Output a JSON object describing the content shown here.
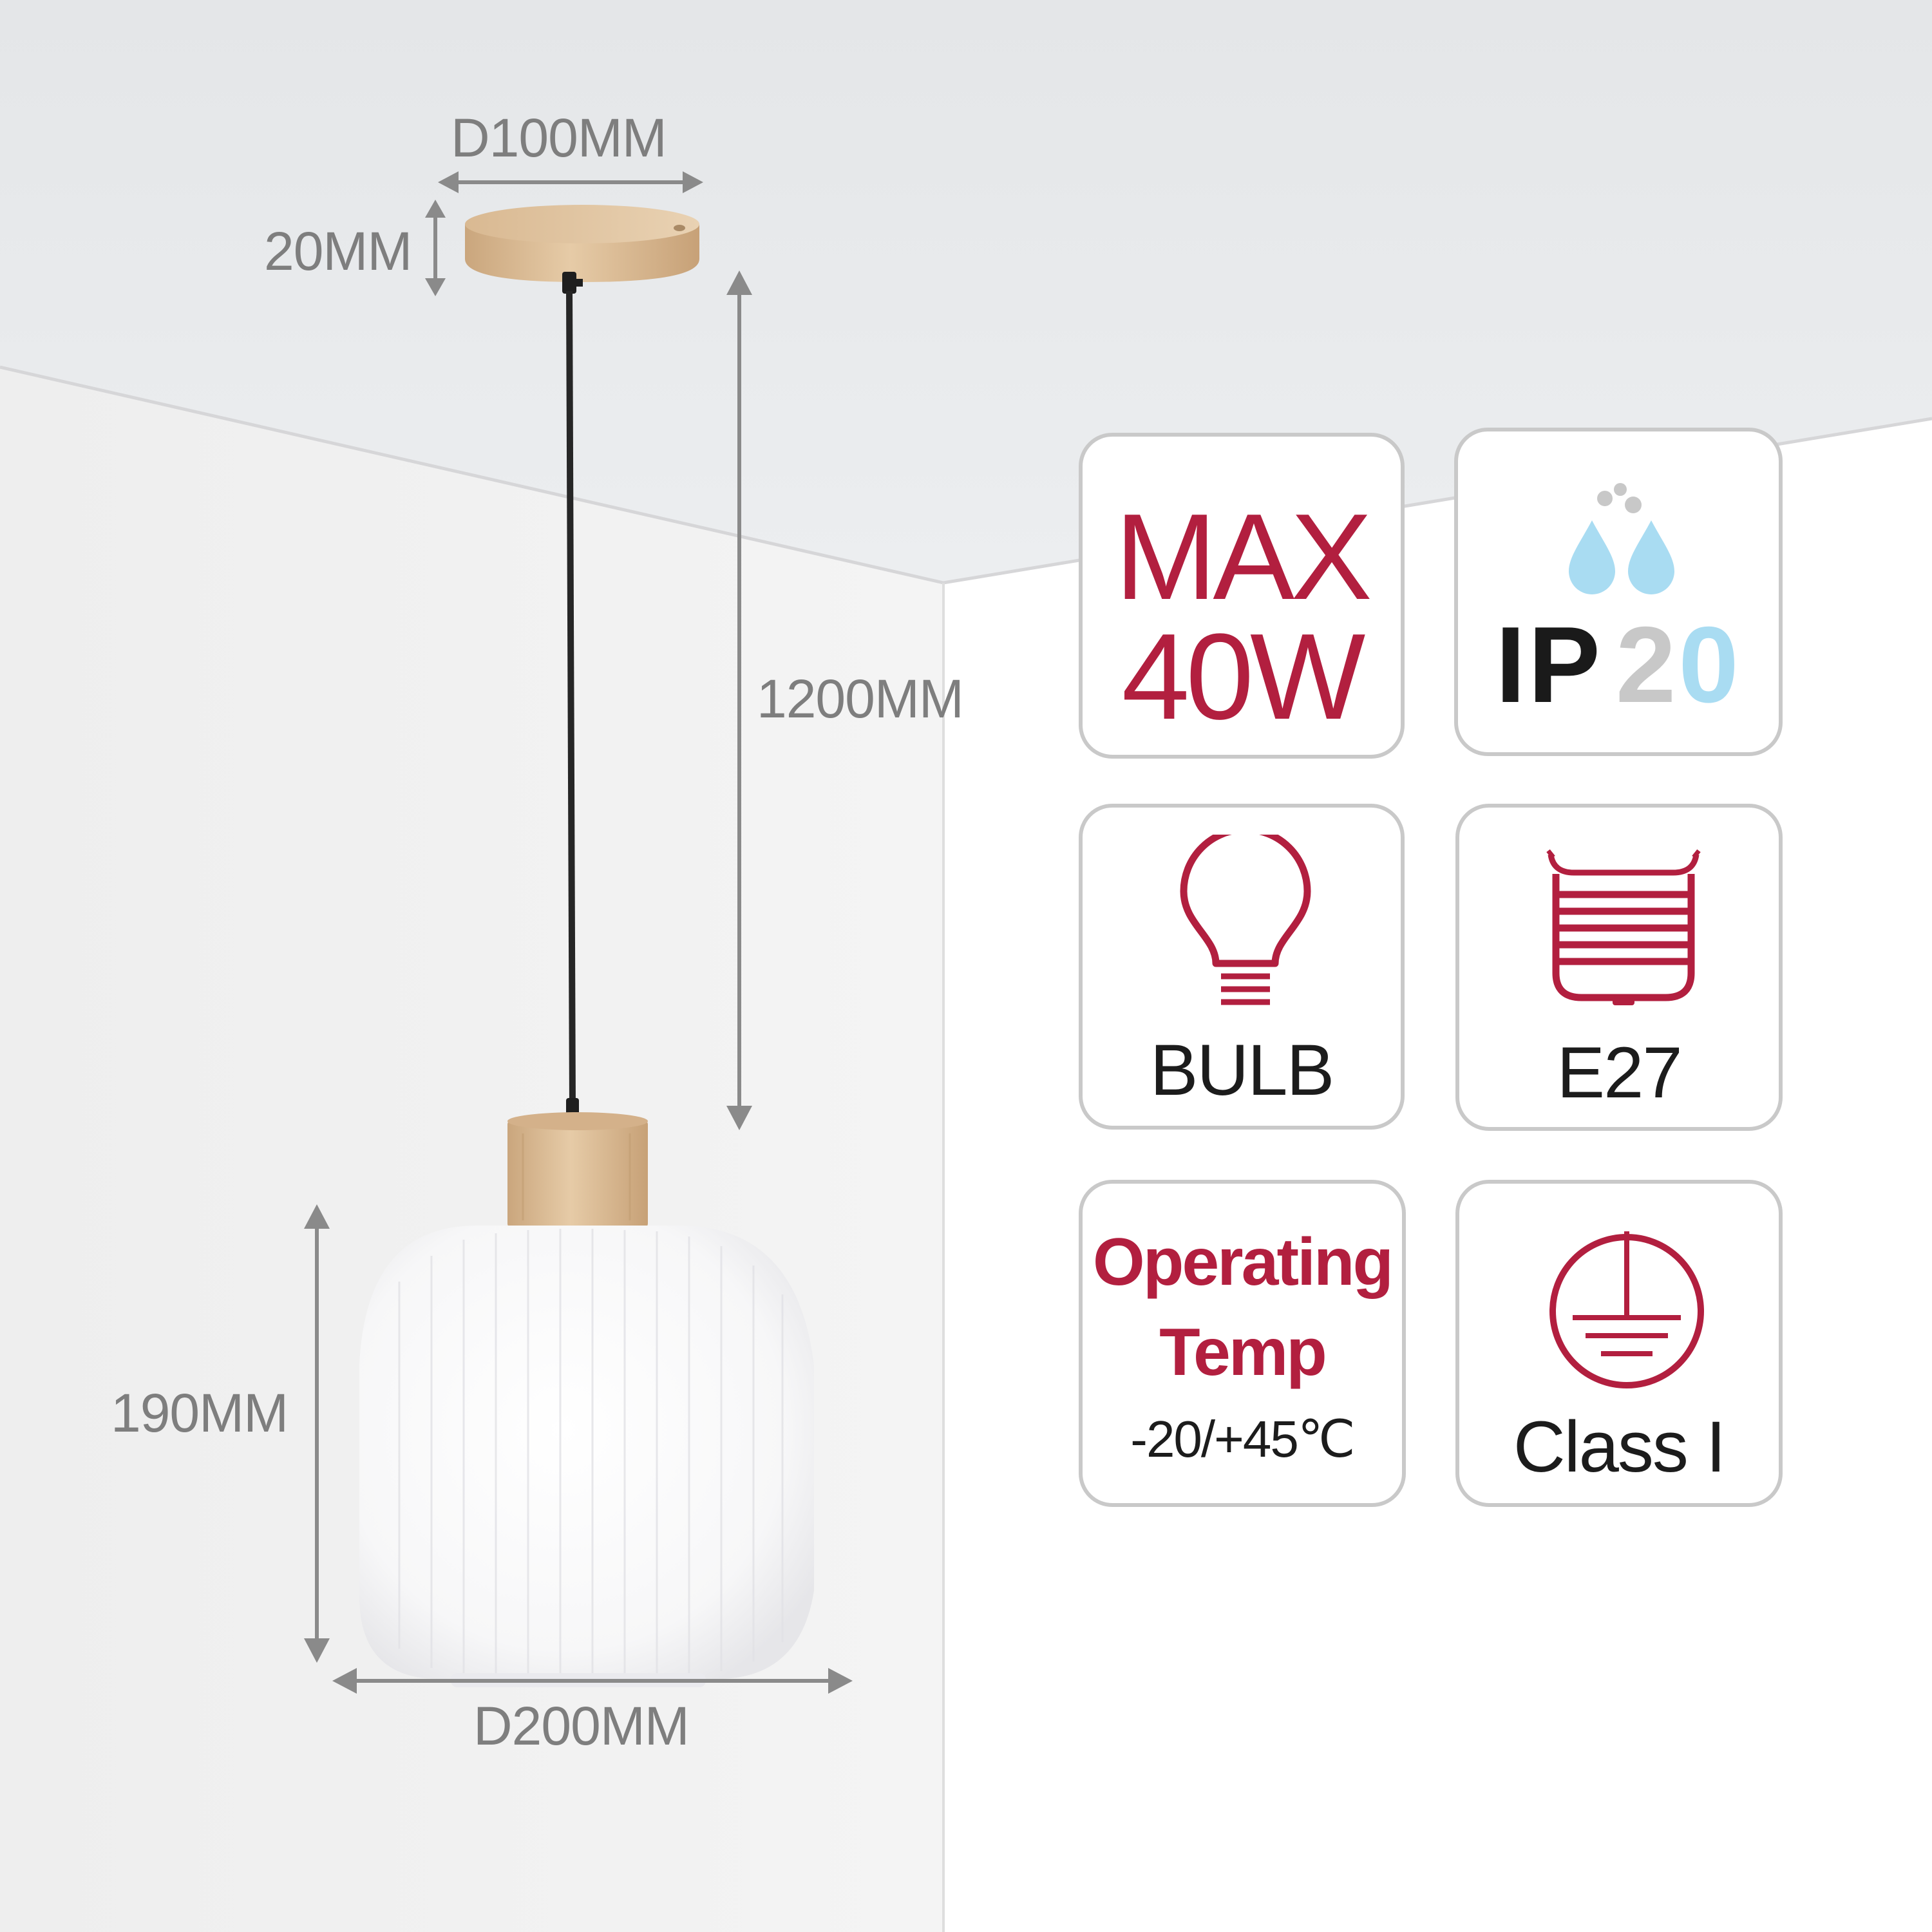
{
  "dimensions": {
    "canopy_diameter": "D100MM",
    "canopy_height": "20MM",
    "cable_length": "1200MM",
    "shade_height": "190MM",
    "shade_diameter": "D200MM"
  },
  "cards": {
    "max_wattage": {
      "line1": "MAX",
      "line2": "40W"
    },
    "ip_rating": {
      "prefix": "IP",
      "first_digit": "2",
      "second_digit": "0"
    },
    "bulb": {
      "label": "BULB"
    },
    "base": {
      "label": "E27"
    },
    "temperature": {
      "line1": "Operating",
      "line2": "Temp",
      "range": "-20/+45℃"
    },
    "safety_class": {
      "label": "Class I"
    }
  },
  "colors": {
    "accent_red": "#b21f3f",
    "water_blue": "#a9dcf2",
    "ip_grey": "#c8c8c8",
    "wood": "#e1c39f",
    "dimension_grey": "#7e7e7e"
  }
}
